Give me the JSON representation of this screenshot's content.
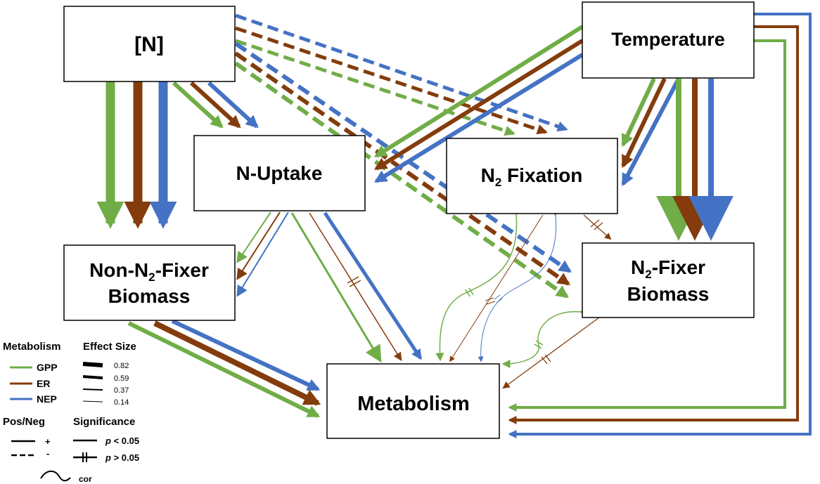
{
  "colors": {
    "gpp": "#70ad47",
    "er": "#843c0c",
    "nep": "#4472c4"
  },
  "nodes": {
    "n": {
      "label": "[N]"
    },
    "temperature": {
      "label": "Temperature"
    },
    "n_uptake": {
      "label": "N-Uptake"
    },
    "n2_fixation": {
      "label_main": "N",
      "label_sub": "2",
      "label_rest": " Fixation"
    },
    "non_fixer": {
      "line1_a": "Non-N",
      "line1_sub": "2",
      "line1_b": "-Fixer",
      "line2": "Biomass"
    },
    "fixer": {
      "line1_a": "N",
      "line1_sub": "2",
      "line1_b": "-Fixer",
      "line2": "Biomass"
    },
    "metabolism": {
      "label": "Metabolism"
    }
  },
  "legend": {
    "metabolism_title": "Metabolism",
    "effect_title": "Effect Size",
    "series": [
      "GPP",
      "ER",
      "NEP"
    ],
    "effect_sizes": [
      "0.82",
      "0.59",
      "0.37",
      "0.14"
    ],
    "posneg_title": "Pos/Neg",
    "pos_label": "+",
    "neg_label": "-",
    "significance_title": "Significance",
    "sig_p": "p",
    "sig_lt": " < 0.05",
    "sig_gt": " > 0.05",
    "cor_label": "cor"
  }
}
